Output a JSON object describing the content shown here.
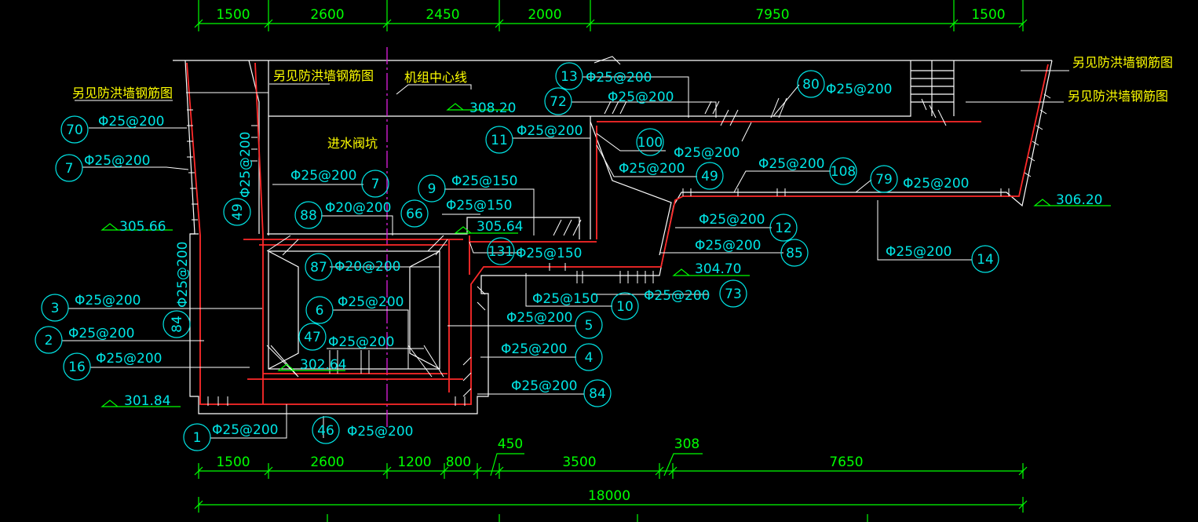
{
  "colors": {
    "background": "#000000",
    "outline": "#ffffff",
    "rebar": "#ff2a2a",
    "dimension": "#00ff00",
    "label": "#00e5e5",
    "note": "#ffff00",
    "centerline": "#e020e0"
  },
  "top_dimensions": [
    "1500",
    "2600",
    "2450",
    "2000",
    "7950",
    "1500"
  ],
  "bottom_dimensions": [
    "1500",
    "2600",
    "1200",
    "800",
    "450",
    "3500",
    "308",
    "7650"
  ],
  "total_dimension": "18000",
  "notes": {
    "flood_wall_left": "另见防洪墙钢筋图",
    "flood_wall_mid": "另见防洪墙钢筋图",
    "flood_wall_right1": "另见防洪墙钢筋图",
    "flood_wall_right2": "另见防洪墙钢筋图",
    "centerline": "机组中心线",
    "inlet_pit": "进水阀坑"
  },
  "elevations": [
    "308.20",
    "305.66",
    "305.64",
    "304.70",
    "302.64",
    "301.84",
    "306.20"
  ],
  "rebar_callouts": [
    {
      "num": "70",
      "spec": "Φ25@200"
    },
    {
      "num": "7",
      "spec": "Φ25@200"
    },
    {
      "num": "49",
      "spec": "Φ25@200"
    },
    {
      "num": "3",
      "spec": "Φ25@200"
    },
    {
      "num": "84",
      "spec": "Φ25@200"
    },
    {
      "num": "2",
      "spec": "Φ25@200"
    },
    {
      "num": "16",
      "spec": "Φ25@200"
    },
    {
      "num": "1",
      "spec": "Φ25@200"
    },
    {
      "num": "46",
      "spec": "Φ25@200"
    },
    {
      "num": "7",
      "spec": "Φ25@200"
    },
    {
      "num": "88",
      "spec": "Φ20@200"
    },
    {
      "num": "87",
      "spec": "Φ20@200"
    },
    {
      "num": "6",
      "spec": "Φ25@200"
    },
    {
      "num": "47",
      "spec": "Φ25@200"
    },
    {
      "num": "9",
      "spec": "Φ25@150"
    },
    {
      "num": "66",
      "spec": "Φ25@150"
    },
    {
      "num": "131",
      "spec": "Φ25@150"
    },
    {
      "num": "13",
      "spec": "Φ25@200"
    },
    {
      "num": "72",
      "spec": "Φ25@200"
    },
    {
      "num": "11",
      "spec": "Φ25@200"
    },
    {
      "num": "100",
      "spec": "Φ25@200"
    },
    {
      "num": "49",
      "spec": "Φ25@200"
    },
    {
      "num": "80",
      "spec": "Φ25@200"
    },
    {
      "num": "108",
      "spec": "Φ25@200"
    },
    {
      "num": "79",
      "spec": "Φ25@200"
    },
    {
      "num": "12",
      "spec": "Φ25@200"
    },
    {
      "num": "85",
      "spec": "Φ25@200"
    },
    {
      "num": "14",
      "spec": "Φ25@200"
    },
    {
      "num": "10",
      "spec": "Φ25@150"
    },
    {
      "num": "73",
      "spec": "Φ25@200"
    },
    {
      "num": "5",
      "spec": "Φ25@200"
    },
    {
      "num": "4",
      "spec": "Φ25@200"
    },
    {
      "num": "84",
      "spec": "Φ25@200"
    }
  ]
}
